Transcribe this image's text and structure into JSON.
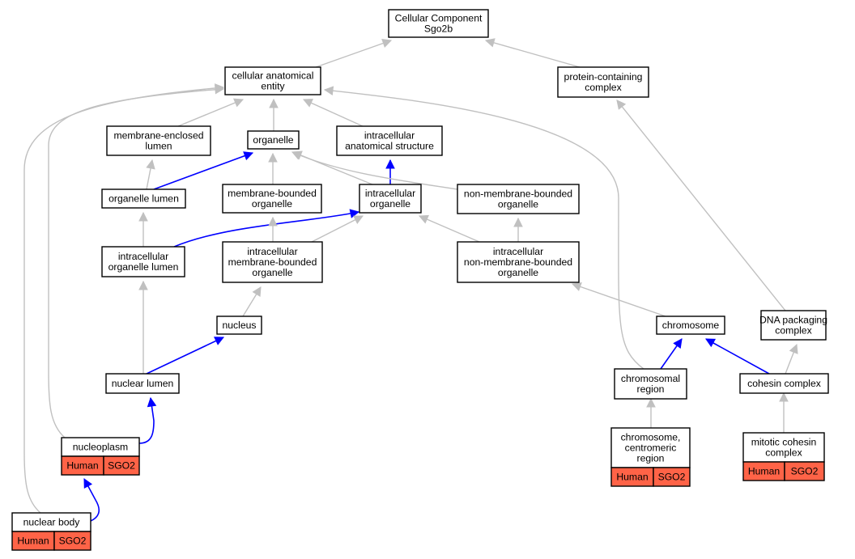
{
  "colors": {
    "node_border": "#000000",
    "annotation_fill": "#ff6347",
    "is_a_edge": "#c0c0c0",
    "part_of_edge": "#0000ff"
  },
  "nodes": {
    "root": {
      "lines": [
        "Cellular Component",
        "Sgo2b"
      ]
    },
    "cellular_anatomical_entity": {
      "lines": [
        "cellular anatomical",
        "entity"
      ]
    },
    "protein_containing_complex": {
      "lines": [
        "protein-containing",
        "complex"
      ]
    },
    "membrane_enclosed_lumen": {
      "lines": [
        "membrane-enclosed",
        "lumen"
      ]
    },
    "organelle": {
      "lines": [
        "organelle"
      ]
    },
    "intracellular_anatomical_structure": {
      "lines": [
        "intracellular",
        "anatomical structure"
      ]
    },
    "organelle_lumen": {
      "lines": [
        "organelle lumen"
      ]
    },
    "membrane_bounded_organelle": {
      "lines": [
        "membrane-bounded",
        "organelle"
      ]
    },
    "intracellular_organelle": {
      "lines": [
        "intracellular",
        "organelle"
      ]
    },
    "non_membrane_bounded_organelle": {
      "lines": [
        "non-membrane-bounded",
        "organelle"
      ]
    },
    "intracellular_organelle_lumen": {
      "lines": [
        "intracellular",
        "organelle lumen"
      ]
    },
    "intracellular_membrane_bounded_organelle": {
      "lines": [
        "intracellular",
        "membrane-bounded",
        "organelle"
      ]
    },
    "intracellular_non_membrane_bounded_organelle": {
      "lines": [
        "intracellular",
        "non-membrane-bounded",
        "organelle"
      ]
    },
    "nucleus": {
      "lines": [
        "nucleus"
      ]
    },
    "chromosome": {
      "lines": [
        "chromosome"
      ]
    },
    "dna_packaging_complex": {
      "lines": [
        "DNA packaging",
        "complex"
      ]
    },
    "nuclear_lumen": {
      "lines": [
        "nuclear lumen"
      ]
    },
    "chromosomal_region": {
      "lines": [
        "chromosomal",
        "region"
      ]
    },
    "cohesin_complex": {
      "lines": [
        "cohesin complex"
      ]
    },
    "nucleoplasm": {
      "lines": [
        "nucleoplasm"
      ],
      "annotation": [
        "Human",
        "SGO2"
      ]
    },
    "chromosome_centromeric_region": {
      "lines": [
        "chromosome,",
        "centromeric",
        "region"
      ],
      "annotation": [
        "Human",
        "SGO2"
      ]
    },
    "mitotic_cohesin_complex": {
      "lines": [
        "mitotic cohesin",
        "complex"
      ],
      "annotation": [
        "Human",
        "SGO2"
      ]
    },
    "nuclear_body": {
      "lines": [
        "nuclear body"
      ],
      "annotation": [
        "Human",
        "SGO2"
      ]
    }
  },
  "edges": [
    {
      "from": "cellular_anatomical_entity",
      "to": "root",
      "type": "is_a"
    },
    {
      "from": "protein_containing_complex",
      "to": "root",
      "type": "is_a"
    },
    {
      "from": "membrane_enclosed_lumen",
      "to": "cellular_anatomical_entity",
      "type": "is_a"
    },
    {
      "from": "organelle",
      "to": "cellular_anatomical_entity",
      "type": "is_a"
    },
    {
      "from": "intracellular_anatomical_structure",
      "to": "cellular_anatomical_entity",
      "type": "is_a"
    },
    {
      "from": "organelle_lumen",
      "to": "membrane_enclosed_lumen",
      "type": "is_a"
    },
    {
      "from": "organelle_lumen",
      "to": "organelle",
      "type": "part_of"
    },
    {
      "from": "membrane_bounded_organelle",
      "to": "organelle",
      "type": "is_a"
    },
    {
      "from": "intracellular_organelle",
      "to": "organelle",
      "type": "is_a"
    },
    {
      "from": "intracellular_organelle",
      "to": "intracellular_anatomical_structure",
      "type": "part_of"
    },
    {
      "from": "non_membrane_bounded_organelle",
      "to": "organelle",
      "type": "is_a"
    },
    {
      "from": "intracellular_organelle_lumen",
      "to": "organelle_lumen",
      "type": "is_a"
    },
    {
      "from": "intracellular_organelle_lumen",
      "to": "intracellular_organelle",
      "type": "part_of"
    },
    {
      "from": "intracellular_membrane_bounded_organelle",
      "to": "membrane_bounded_organelle",
      "type": "is_a"
    },
    {
      "from": "intracellular_membrane_bounded_organelle",
      "to": "intracellular_organelle",
      "type": "is_a"
    },
    {
      "from": "intracellular_non_membrane_bounded_organelle",
      "to": "intracellular_organelle",
      "type": "is_a"
    },
    {
      "from": "intracellular_non_membrane_bounded_organelle",
      "to": "non_membrane_bounded_organelle",
      "type": "is_a"
    },
    {
      "from": "nucleus",
      "to": "intracellular_membrane_bounded_organelle",
      "type": "is_a"
    },
    {
      "from": "chromosome",
      "to": "intracellular_non_membrane_bounded_organelle",
      "type": "is_a"
    },
    {
      "from": "dna_packaging_complex",
      "to": "protein_containing_complex",
      "type": "is_a"
    },
    {
      "from": "nuclear_lumen",
      "to": "intracellular_organelle_lumen",
      "type": "is_a"
    },
    {
      "from": "nuclear_lumen",
      "to": "nucleus",
      "type": "part_of"
    },
    {
      "from": "chromosomal_region",
      "to": "chromosome",
      "type": "part_of"
    },
    {
      "from": "chromosomal_region",
      "to": "cellular_anatomical_entity",
      "type": "is_a"
    },
    {
      "from": "cohesin_complex",
      "to": "chromosome",
      "type": "part_of"
    },
    {
      "from": "cohesin_complex",
      "to": "dna_packaging_complex",
      "type": "is_a"
    },
    {
      "from": "nucleoplasm",
      "to": "nuclear_lumen",
      "type": "part_of"
    },
    {
      "from": "nucleoplasm",
      "to": "cellular_anatomical_entity",
      "type": "is_a"
    },
    {
      "from": "chromosome_centromeric_region",
      "to": "chromosomal_region",
      "type": "is_a"
    },
    {
      "from": "mitotic_cohesin_complex",
      "to": "cohesin_complex",
      "type": "is_a"
    },
    {
      "from": "nuclear_body",
      "to": "nucleoplasm",
      "type": "part_of"
    },
    {
      "from": "nuclear_body",
      "to": "cellular_anatomical_entity",
      "type": "is_a"
    }
  ]
}
